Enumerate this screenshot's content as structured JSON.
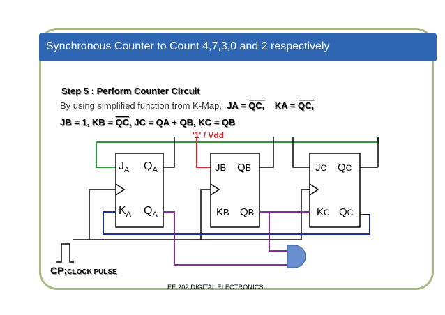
{
  "title": "Synchronous Counter to Count 4,7,3,0 and 2 respectively",
  "step_title": "Step 5 : Perform Counter Circuit",
  "description": "By using simplified function from K-Map,",
  "eq": {
    "ja_lhs": "JA = ",
    "ja_rhs": "QC,",
    "ka_lhs": "KA = ",
    "ka_rhs": "QC,",
    "jb_kb_lhs": "JB = 1, KB = ",
    "kb_rhs": "QC",
    "rest": ",  JC = QA + QB,  KC = QB"
  },
  "vdd_label": "'1' / Vdd",
  "ff_a": {
    "j": "J",
    "j_sub": "A",
    "q": "Q",
    "q_sub": "A",
    "k": "K",
    "k_sub": "A",
    "qn": "Q",
    "qn_sub": "A"
  },
  "ff_b": {
    "j": "J",
    "j_sub": "B",
    "q": "Q",
    "q_sub": "B",
    "k": "K",
    "k_sub": "B",
    "qn": "Q",
    "qn_sub": "B"
  },
  "ff_c": {
    "j": "J",
    "j_sub": "C",
    "q": "Q",
    "q_sub": "C",
    "k": "K",
    "k_sub": "C",
    "qn": "Q",
    "qn_sub": "C"
  },
  "clock_label": "CP",
  "clock_sub": "CLOCK PULSE",
  "footer": "EE 202  DIGITAL ELECTRONICS",
  "colors": {
    "title_bar": "#2f66b3",
    "frame": "#a7b985",
    "green_wire": "#2e9b3a",
    "red_wire": "#e0202a",
    "blue_wire": "#1a2fa8",
    "purple_wire": "#8a2aa8",
    "and_gate": "#6a8fd0"
  }
}
